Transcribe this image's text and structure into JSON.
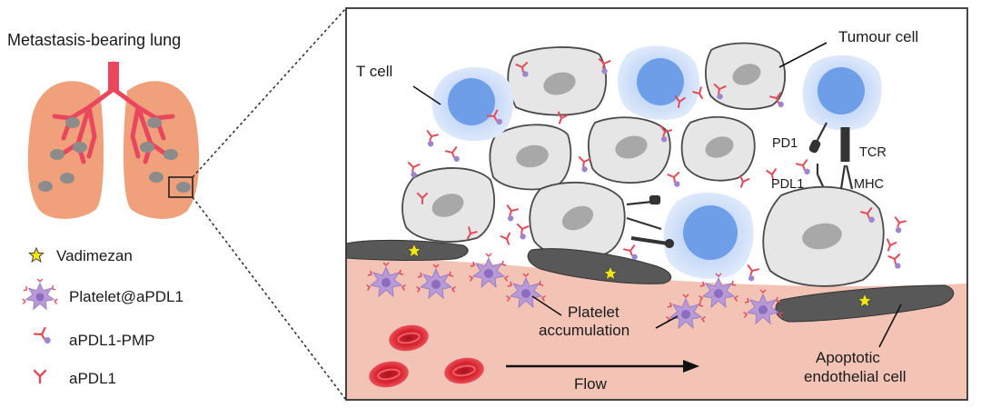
{
  "left_panel": {
    "title": "Metastasis-bearing lung"
  },
  "legend": {
    "items": [
      {
        "icon": "star-icon",
        "label": "Vadimezan"
      },
      {
        "icon": "platelet-icon",
        "label": "Platelet@aPDL1"
      },
      {
        "icon": "pmp-icon",
        "label": "aPDL1-PMP"
      },
      {
        "icon": "antibody-icon",
        "label": "aPDL1"
      }
    ]
  },
  "labels": {
    "t_cell": "T cell",
    "tumour_cell": "Tumour cell",
    "pd1": "PD1",
    "pdl1": "PDL1",
    "tcr": "TCR",
    "mhc": "MHC",
    "platelet_line1": "Platelet",
    "platelet_line2": "accumulation",
    "flow": "Flow",
    "apoptotic_line1": "Apoptotic",
    "apoptotic_line2": "endothelial cell"
  },
  "colors": {
    "lung": "#f0a07a",
    "vessel": "#e8475e",
    "nodule": "#8c8c8c",
    "tumour_cell": "#e6e6e6",
    "t_cell_outer": "#c9daf5",
    "t_cell_nucleus": "#6f9ee9",
    "platelet": "#b79ad6",
    "blood": "#f3c4b6",
    "rbc": "#d9232e",
    "endothelial": "#585858",
    "star": "#f2e516",
    "antibody": "#e24b5a"
  }
}
